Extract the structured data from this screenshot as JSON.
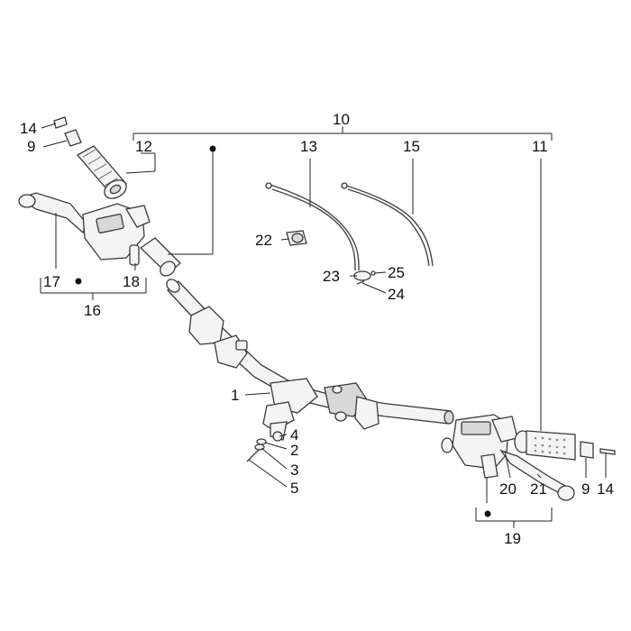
{
  "labels": {
    "p1": "1",
    "p2": "2",
    "p3": "3",
    "p4": "4",
    "p5": "5",
    "p9a": "9",
    "p9b": "9",
    "p10": "10",
    "p11": "11",
    "p12": "12",
    "p13": "13",
    "p14a": "14",
    "p14b": "14",
    "p15": "15",
    "p16": "16",
    "p17": "17",
    "p18": "18",
    "p19": "19",
    "p20": "20",
    "p21": "21",
    "p22": "22",
    "p23": "23",
    "p24": "24",
    "p25": "25"
  },
  "colors": {
    "line": "#222222",
    "part_fill": "#f4f4f4",
    "part_dark": "#d8d8d8"
  }
}
